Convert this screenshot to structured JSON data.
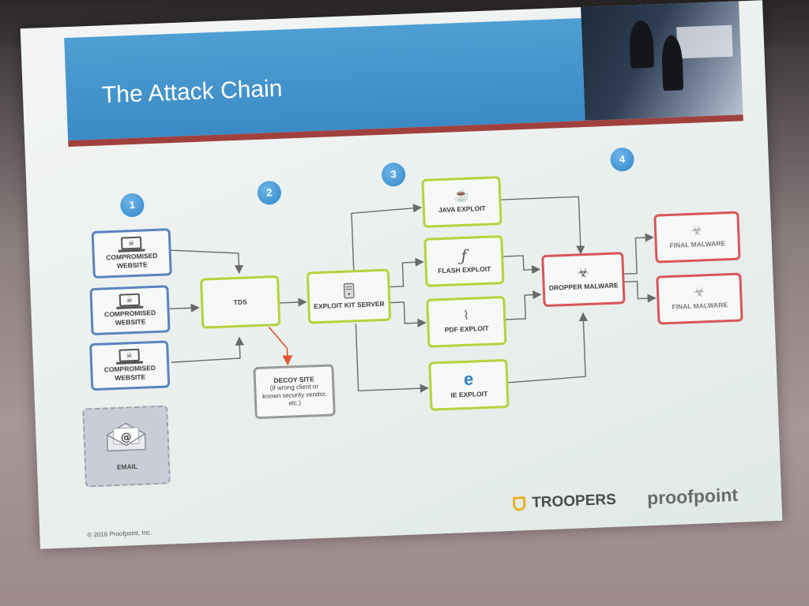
{
  "slide": {
    "title": "The Attack Chain",
    "copyright": "© 2016 Proofpoint, Inc.",
    "logos": {
      "troopers": "TROOPERS",
      "proofpoint": "proofpoint"
    }
  },
  "steps": [
    "1",
    "2",
    "3",
    "4"
  ],
  "nodes": {
    "compromised_1": "COMPROMISED WEBSITE",
    "compromised_2": "COMPROMISED WEBSITE",
    "compromised_3": "COMPROMISED WEBSITE",
    "email": "EMAIL",
    "tds": "TDS",
    "decoy_title": "DECOY SITE",
    "decoy_desc": "(If wrong client or known security vendor, etc.)",
    "exploit_kit": "EXPLOIT KIT SERVER",
    "java": "JAVA EXPLOIT",
    "flash": "FLASH EXPLOIT",
    "pdf": "PDF EXPLOIT",
    "ie": "IE EXPLOIT",
    "dropper": "DROPPER MALWARE",
    "final_1": "FINAL MALWARE",
    "final_2": "FINAL MALWARE"
  },
  "icons": {
    "compromised": "laptop-skull-icon",
    "email": "envelope-at-icon",
    "exploit_kit": "server-icon",
    "java": "java-cup-icon",
    "flash": "flash-icon",
    "pdf": "pdf-icon",
    "ie": "ie-browser-icon",
    "dropper": "biohazard-icon",
    "final": "biohazard-icon"
  },
  "colors": {
    "banner": "#3b8ac6",
    "stripe": "#a0413f",
    "source_border": "#5a84c0",
    "delivery_border": "#b6d23c",
    "malware_border": "#d9555a",
    "decoy_border": "#9a9a9a",
    "decoy_arrow": "#e2572e",
    "badge": "#2f85c7"
  }
}
